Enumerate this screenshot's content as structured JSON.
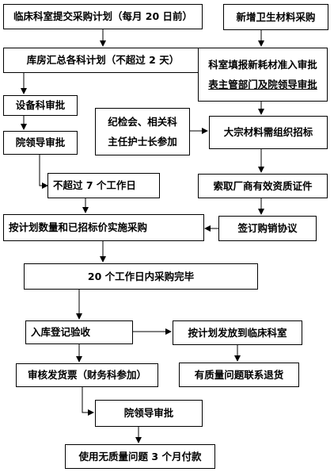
{
  "nodes": {
    "n1": "临床科室提交采购计划（每月 20 日前）",
    "n2": "库房汇总各科计划（不超过 2 天）",
    "n3": "设备科审批",
    "n4": "院领导审批",
    "n5": "不超过 7 个工作日",
    "n6": "按计划数量和已招标价实施采购",
    "n7": "20 个工作日内采购完毕",
    "n8": "入库登记验收",
    "n9": "按计划发放到临床科室",
    "n10": "审核发货票（财务科参加）",
    "n11": "有质量问题联系退货",
    "n12": "院领导审批",
    "n13": "使用无质量问题 3 个月付款",
    "r1": "新增卫生材料采购",
    "r2_line1": "科室填报新耗材准入审批",
    "r2_line2": "表主管部门及院领导审批",
    "r3_line1": "纪检会、相关科",
    "r3_line2": "主任护士长参加",
    "r4": "大宗材料需组织招标",
    "r5": "索取厂商有效资质证件",
    "r6": "签订购销协议"
  }
}
